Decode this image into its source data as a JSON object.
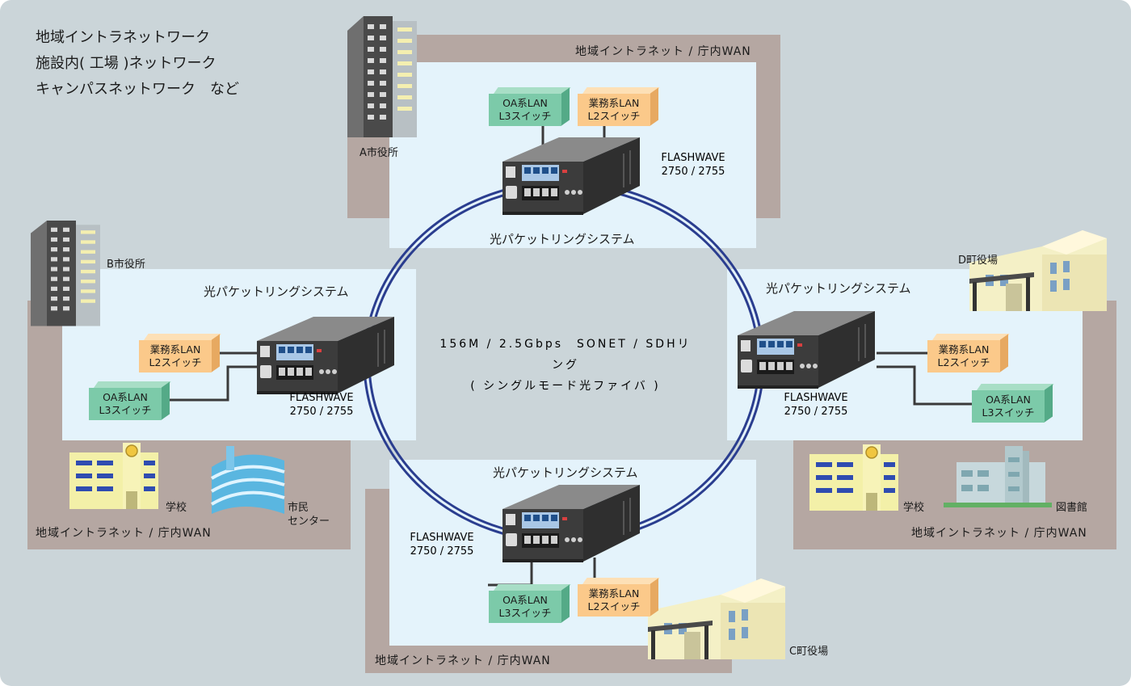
{
  "header": {
    "line1": "地域イントラネットワーク",
    "line2": "施設内( 工場 )ネットワーク",
    "line3": "キャンパスネットワーク　など"
  },
  "ring": {
    "spec": "156M / 2.5Gbps　SONET / SDHリング",
    "fiber": "( シングルモード光ファイバ )"
  },
  "wan_label": "地域イントラネット / 庁内WAN",
  "ring_system": "光パケットリングシステム",
  "device": {
    "name": "FLASHWAVE",
    "model": "2750 / 2755"
  },
  "switches": {
    "oa_name": "OA系LAN",
    "oa_type": "L3スイッチ",
    "gov_name": "業務系LAN",
    "gov_type": "L2スイッチ"
  },
  "buildings": {
    "a_city": "A市役所",
    "b_city": "B市役所",
    "c_town": "C町役場",
    "d_town": "D町役場",
    "school_left": "学校",
    "civic_center": "市民\nセンター",
    "school_right": "学校",
    "library": "図書館"
  },
  "colors": {
    "background": "#cbd5d9",
    "wan_band": "#b5a7a2",
    "site_panel": "#e4f3fb",
    "ring": "#2a3d8f",
    "oa_switch": "#7ccaa9",
    "gov_switch": "#fbc98a"
  }
}
